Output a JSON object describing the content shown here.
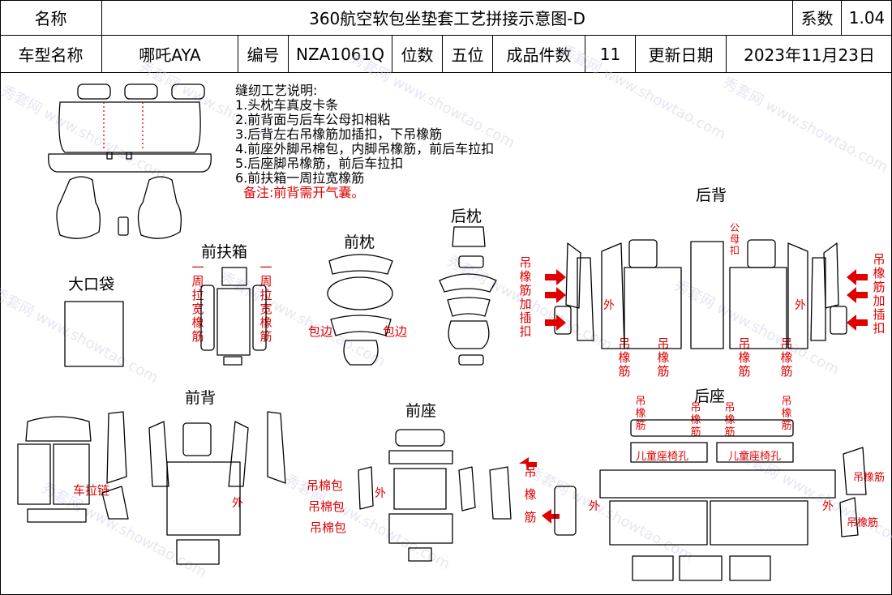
{
  "header": {
    "name_label": "名称",
    "title": "360航空软包坐垫套工艺拼接示意图-D",
    "coef_label": "系数",
    "coef_value": "1.04",
    "model_label": "车型名称",
    "model_value": "哪吒AYA",
    "code_label": "编号",
    "code_value": "NZA1061Q",
    "seats_label": "位数",
    "seats_value": "五位",
    "pieces_label": "成品件数",
    "pieces_value": "11",
    "date_label": "更新日期",
    "date_value": "2023年11月23日"
  },
  "notes": {
    "heading": "缝纫工艺说明:",
    "lines": [
      "1.头枕车真皮卡条",
      "2.前背面与后车公母扣相粘",
      "3.后背左右吊橡筋加插扣，下吊橡筋",
      "4.前座外脚吊棉包，内脚吊橡筋，前后车拉扣",
      "5.后座脚吊橡筋，前后车拉扣",
      "6.前扶箱一周拉宽橡筋"
    ],
    "remark": "备注:前背需开气囊。"
  },
  "sections": {
    "bag": "大口袋",
    "armrest": "前扶箱",
    "front_pillow": "前枕",
    "rear_pillow": "后枕",
    "rear_back": "后背",
    "front_back": "前背",
    "front_seat": "前座",
    "rear_seat": "后座"
  },
  "annotations": {
    "armrest_left": "一周拉宽橡筋",
    "armrest_right": "一周拉宽橡筋",
    "binding_left": "包边",
    "binding_right": "包边",
    "rear_back_left": "吊橡筋加插扣",
    "rear_back_right": "吊橡筋加插扣",
    "male_female": "公母扣",
    "outer": "外",
    "hang_rubber": "吊橡筋",
    "zipper": "车拉链",
    "cotton_pack": "吊棉包",
    "child_seat_hole": "儿童座椅孔"
  },
  "watermark": "秀套网 www.showtao.com",
  "colors": {
    "accent": "#e10000",
    "line": "#000000",
    "watermark": "#c8c8e8"
  }
}
